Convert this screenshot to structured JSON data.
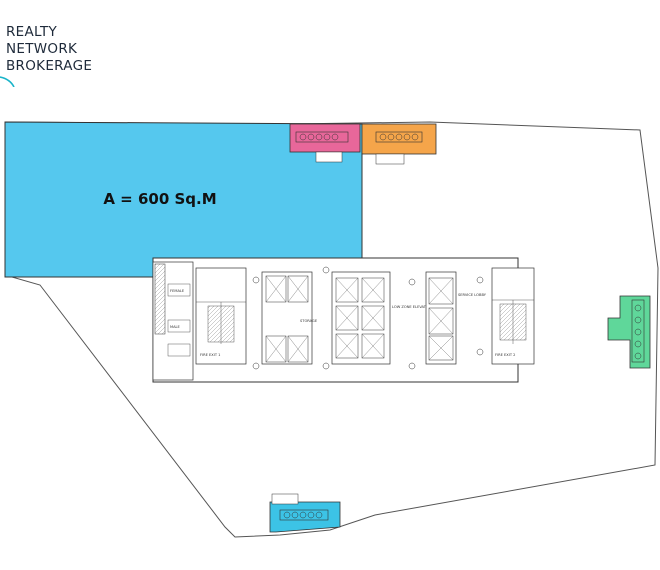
{
  "brand": {
    "lines": [
      "Realty",
      "Network",
      "Brokerage"
    ],
    "accent_color": "#19b4c9"
  },
  "plan": {
    "highlight": {
      "label": "A = 600 Sq.M",
      "color": "#55c8ee"
    },
    "zone_colors": {
      "pink": "#e8679a",
      "orange": "#f5a54a",
      "green": "#5fd79a",
      "cyan": "#3cc3e6"
    },
    "core_labels": {
      "fire_exit_1": "FIRE EXIT 1",
      "fire_exit_2": "FIRE EXIT 2",
      "storage": "STORAGE",
      "low_zone_lobby": "LOW ZONE ELEVATOR LOBBY",
      "service_lobby": "SERVICE LOBBY",
      "female": "FEMALE",
      "male": "MALE"
    }
  }
}
